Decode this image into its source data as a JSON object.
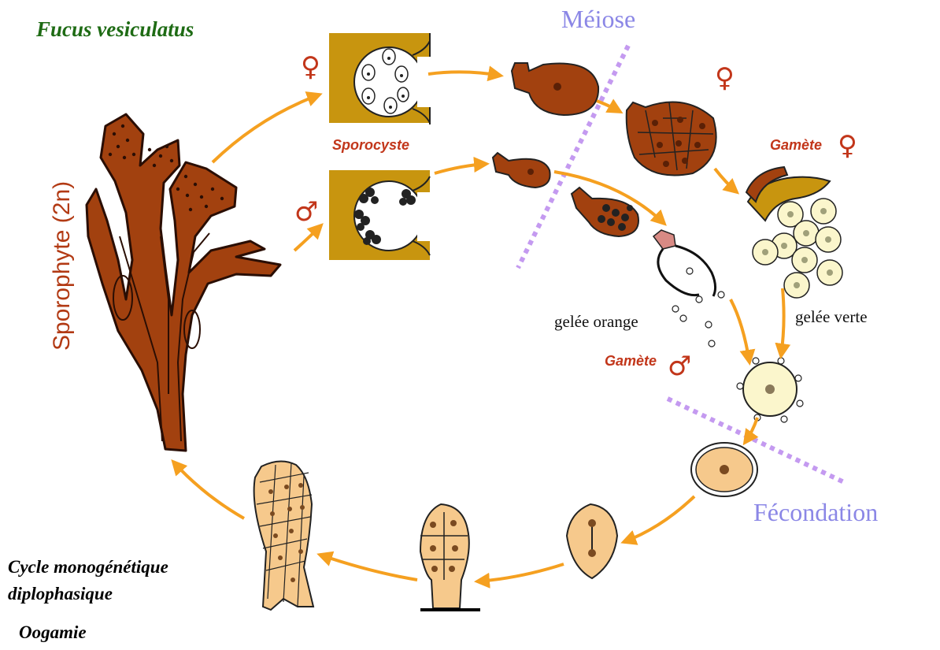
{
  "title": "Fucus vesiculatus",
  "labels": {
    "sporophyte": "Sporophyte (2n)",
    "sporocyste": "Sporocyste",
    "meiose": "Méiose",
    "fecondation": "Fécondation",
    "gamete_female": "Gamète",
    "gamete_male": "Gamète",
    "gelee_orange": "gelée orange",
    "gelee_verte": "gelée verte"
  },
  "symbols": {
    "female": "♀",
    "male": "♂"
  },
  "cycle_notes": [
    "Cycle monogénétique",
    "diplophasique",
    "Oogamie"
  ],
  "colors": {
    "thallus": "#a2410f",
    "sporocyste_wall": "#c8950f",
    "arrow": "#f5a020",
    "boundary": "#c49af0",
    "zygote_fill": "#f6c98c",
    "oosphere_fill": "#fbf6cc"
  }
}
